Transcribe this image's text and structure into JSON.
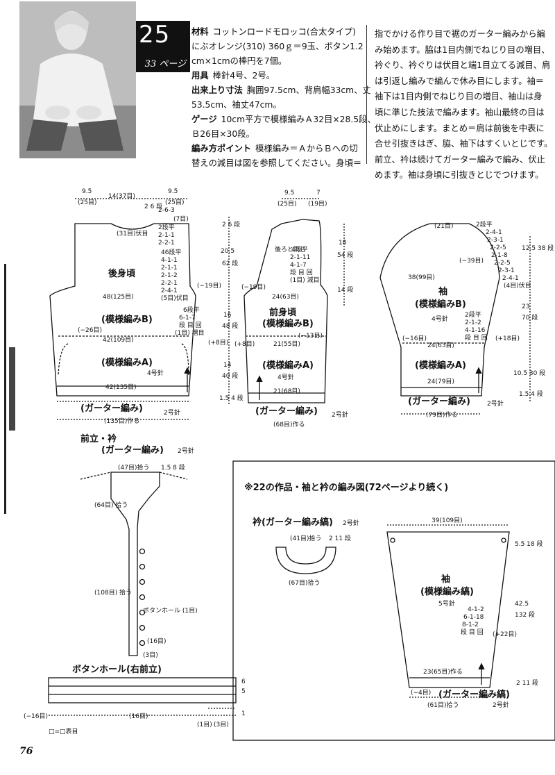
{
  "header": {
    "number": "25",
    "page_ref": "33 ページ"
  },
  "instructions_left": [
    {
      "label": "材料",
      "text": "コットンロードモロッコ(合太タイプ)"
    },
    {
      "label": "",
      "text": "にぶオレンジ(310) 360ｇ＝9玉、ボタン1.2"
    },
    {
      "label": "",
      "text": "cm×1cmの棒円を7個。"
    },
    {
      "label": "用具",
      "text": "棒針4号、2号。"
    },
    {
      "label": "出来上り寸法",
      "text": "胸囲97.5cm、背肩幅33cm、丈"
    },
    {
      "label": "",
      "text": "53.5cm、袖丈47cm。"
    },
    {
      "label": "ゲージ",
      "text": "10cm平方で模様編みＡ32目×28.5段、"
    },
    {
      "label": "",
      "text": "Ｂ26目×30段。"
    },
    {
      "label": "編み方ポイント",
      "text": "模様編み＝ＡからＢへの切"
    },
    {
      "label": "",
      "text": "替えの減目は図を参照してください。身頃＝"
    }
  ],
  "instructions_right": [
    "指でかける作り目で裾のガーター編みから編",
    "み始めます。脇は1目内側でねじり目の増目、",
    "衿ぐり、衿ぐりは伏目と端1目立てる減目、肩",
    "は引返し編みで編んで休み目にします。袖＝",
    "袖下は1目内側でねじり目の増目、袖山は身",
    "頃に準じた技法で編みます。袖山最終の目は",
    "伏止めにします。まとめ＝肩は前後を中表に",
    "合せ引抜きはぎ、脇、袖下はすくいとじです。",
    "前立、衿は続けてガーター編みで編み、伏止",
    "めます。袖は身頃に引抜きとじでつけます。"
  ],
  "back_body": {
    "title": "後身頃",
    "pattern_b": "(模様編みB)",
    "pattern_a": "(模様編みA)",
    "needle": "4号針",
    "garter": "(ガーター編み)",
    "garter_needle": "2号針",
    "cast_on": "(135目)作る",
    "top_left": "9.5",
    "top_left_sts": "(25目)",
    "top_mid": "14(37目)",
    "top_right": "9.5",
    "top_right_sts": "(25目)",
    "width_b": "48(125目)",
    "width_b2": "42(109目)",
    "width_a": "42(135目)",
    "neck_bind": "(31目)伏目",
    "dec_minus26": "(−26目)",
    "dec_minus19": "(−19目)",
    "inc_plus8": "(+8目)",
    "shoulder_1": "2-6-3",
    "shoulder_2": "(7目)",
    "neck_1": "2段平",
    "neck_2": "2-1-1",
    "neck_3": "2-2-1",
    "arm_1": "46段平",
    "arm_2": "4-1-1",
    "arm_3": "2-1-1",
    "arm_4": "2-1-2",
    "arm_5": "2-2-1",
    "arm_6": "2-4-1",
    "arm_7": "(5目)伏目",
    "side_1": "6段平",
    "side_2": "6-1-7",
    "side_3": "段 目 回",
    "side_4": "(1目) 増目",
    "top_rows": "2 6 段"
  },
  "vertical_dims": {
    "v1": "2 6 段",
    "v2": "20.5",
    "v3": "62 段",
    "v4": "16",
    "v5": "48 段",
    "v6": "14",
    "v7": "40 段",
    "v8": "1.5 4 段"
  },
  "front_body": {
    "title": "前身頃",
    "pattern_b": "(模様編みB)",
    "pattern_a": "(模様編みA)",
    "needle": "4号針",
    "garter": "(ガーター編み)",
    "garter_needle": "2号針",
    "cast_on": "(68目)作る",
    "top_left": "9.5",
    "top_left_sts": "(25目)",
    "top_right": "7",
    "top_right_sts": "(19目)",
    "width_b": "24(63目)",
    "width_b2": "21(55目)",
    "width_a": "21(68目)",
    "dec_minus13": "(−13目)",
    "dec_minus19": "(−19目)",
    "inc_plus8": "(+8目)",
    "neck_note": "後ろと同じ",
    "neck_1": "4段平",
    "neck_2": "2-1-11",
    "neck_3": "4-1-7",
    "neck_4": "段 目 回",
    "neck_5": "(1目) 減目",
    "right_dim1": "18",
    "right_dim2": "54 段",
    "right_dim3": "14 段"
  },
  "sleeve": {
    "title": "袖",
    "pattern_b": "(模様編みB)",
    "needle": "4号針",
    "pattern_a": "(模様編みA)",
    "garter": "(ガーター編み)",
    "garter_needle": "2号針",
    "cast_on": "(79目)作る",
    "top": "(21目)",
    "width1": "38(99目)",
    "width2": "24(63目)",
    "width3": "24(79目)",
    "dec_minus39": "(−39目)",
    "dec_minus16": "(−16目)",
    "inc_plus18": "(+18目)",
    "cap_1": "2段平",
    "cap_2": "2-4-1",
    "cap_3": "2-3-1",
    "cap_4": "2-2-5",
    "cap_5": "2-1-8",
    "cap_6": "2-2-5",
    "cap_7": "2-3-1",
    "cap_8": "2-4-1",
    "cap_9": "(4目)伏目",
    "cap_h": "12.5 38 段",
    "side_1": "2段平",
    "side_2": "2-1-2",
    "side_3": "4-1-16",
    "side_4": "段 目 回",
    "side_h1": "23",
    "side_h2": "70 段",
    "bottom_h": "10.5 30 段",
    "bottom_h2": "1.5 4 段"
  },
  "front_band": {
    "title": "前立・衿",
    "subtitle": "(ガーター編み)",
    "needle": "2号針",
    "pick_top": "(47目)拾う",
    "rows": "1.5 8 段",
    "pick_mid": "(64目) 拾う",
    "pick_bottom": "(108目) 拾う",
    "buttonhole": "ボタンホール (1目)",
    "sts16": "(16目)",
    "sts3": "(3目)"
  },
  "buttonhole_chart": {
    "title": "ボタンホール(右前立)",
    "minus16": "(−16目)",
    "n16": "(16目)",
    "n1": "(1目)",
    "n3": "(3目)",
    "row6": "6",
    "row5": "5",
    "row1": "1",
    "legend": "□=□表目"
  },
  "box22": {
    "heading": "※22の作品・袖と衿の編み図(72ページより続く)",
    "collar_title": "衿(ガーター編み縞)",
    "collar_needle": "2号針",
    "collar_top": "(41目)拾う",
    "collar_rows": "2 11 段",
    "collar_bottom": "(67目)拾う",
    "sleeve_top": "39(109目)",
    "sleeve_title": "袖",
    "sleeve_pattern": "(模様編み縞)",
    "sleeve_needle": "5号針",
    "sleeve_dim1": "5.5 18 段",
    "sleeve_dim2": "42.5",
    "sleeve_dim3": "132 段",
    "sleeve_inc_1": "4-1-2",
    "sleeve_inc_2": "6-1-18",
    "sleeve_inc_3": "8-1-2",
    "sleeve_inc_4": "段 目 回",
    "sleeve_plus22": "(+22目)",
    "sleeve_cast": "23(65目)作る",
    "sleeve_minus4": "(−4目)",
    "sleeve_garter": "(ガーター編み縞)",
    "sleeve_pick": "(61目)拾う",
    "sleeve_garter_needle": "2号針",
    "sleeve_bottom_rows": "2 11 段"
  },
  "page_number": "76"
}
